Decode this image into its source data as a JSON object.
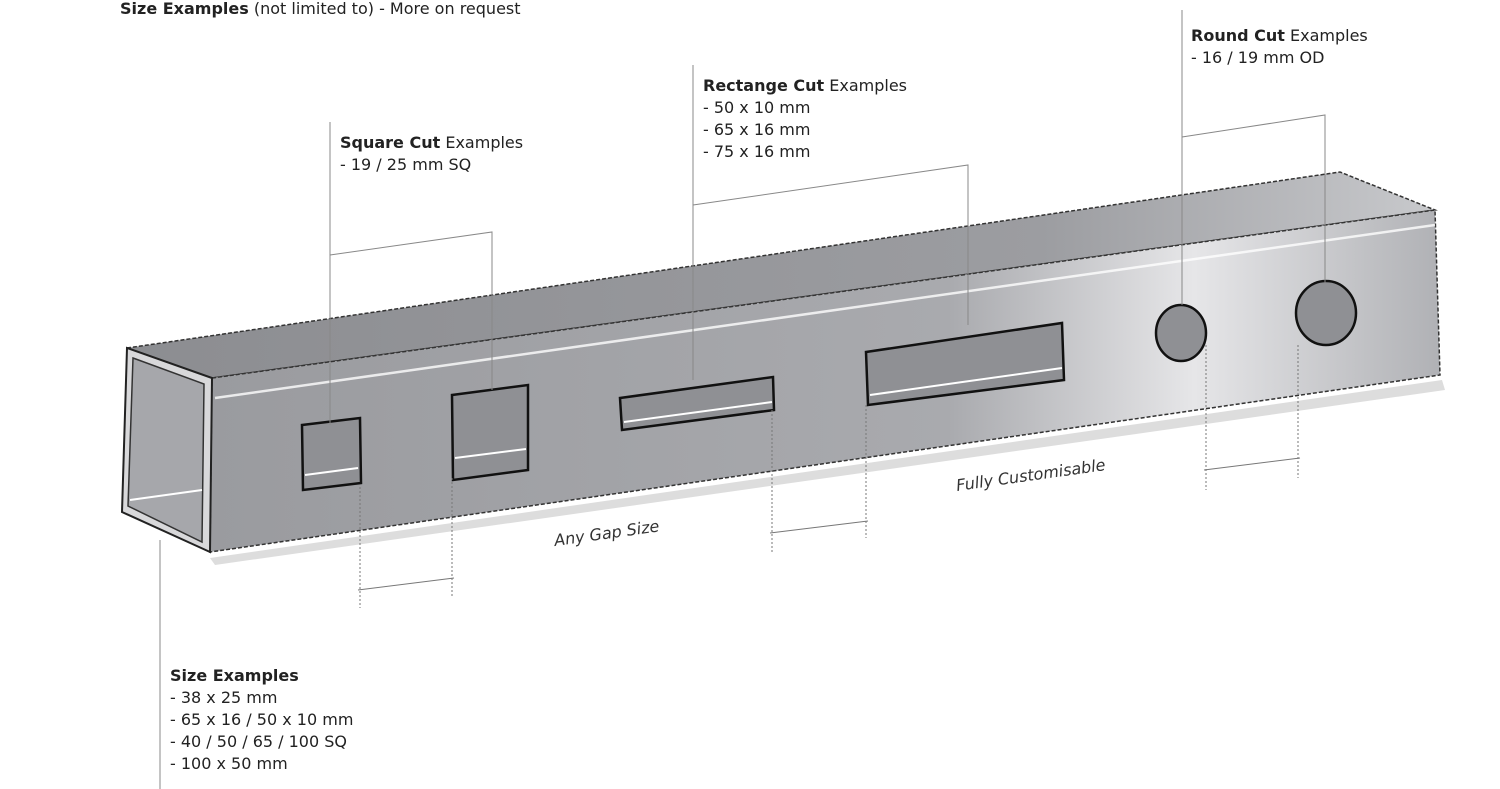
{
  "header": {
    "bold": "Size Examples",
    "rest": " (not limited to) - More on request"
  },
  "square_cut": {
    "bold": "Square Cut",
    "rest": " Examples",
    "lines": [
      "- 19 / 25 mm SQ"
    ]
  },
  "rect_cut": {
    "bold": "Rectange Cut",
    "rest": " Examples",
    "lines": [
      "- 50 x 10 mm",
      "- 65 x 16 mm",
      "- 75 x 16 mm"
    ]
  },
  "round_cut": {
    "bold": "Round Cut",
    "rest": " Examples",
    "lines": [
      "- 16 / 19 mm OD"
    ]
  },
  "size_examples": {
    "bold": "Size Examples",
    "lines": [
      "- 38 x 25 mm",
      "- 65 x 16 / 50 x 10 mm",
      "- 40 / 50 / 65 / 100 SQ",
      "- 100 x 50 mm"
    ]
  },
  "annotations": {
    "gap": "Any Gap Size",
    "custom": "Fully Customisable"
  },
  "colors": {
    "tube_side": "#a3a4a8",
    "tube_top": "#909195",
    "line": "#777777"
  }
}
